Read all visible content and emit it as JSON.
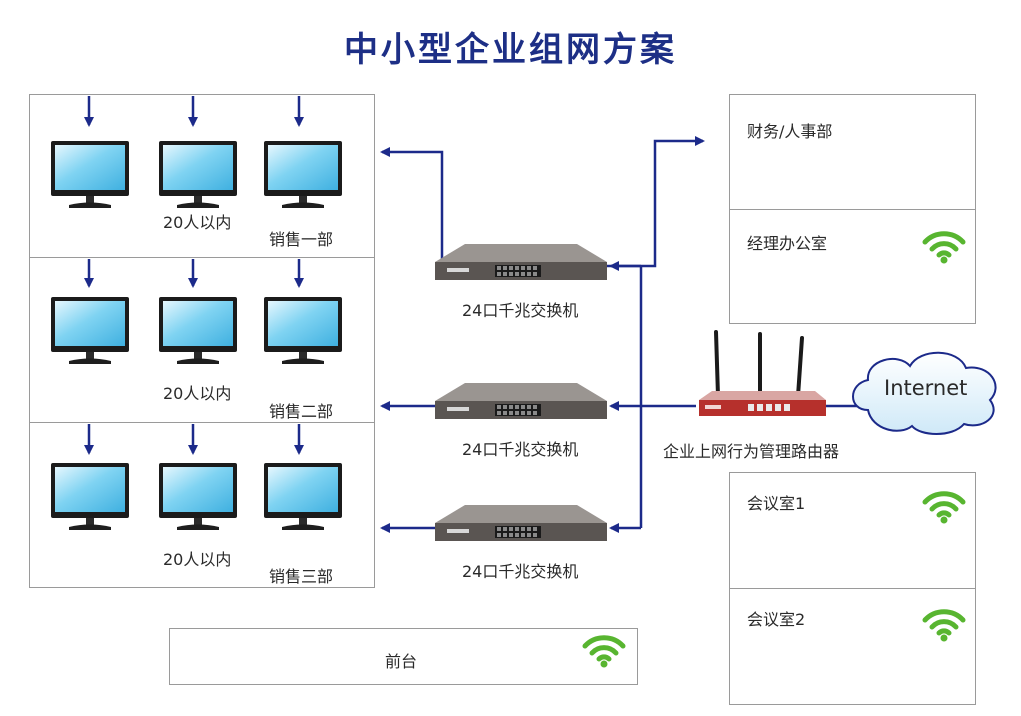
{
  "title": "中小型企业组网方案",
  "departments": [
    {
      "capacity": "20人以内",
      "name": "销售一部"
    },
    {
      "capacity": "20人以内",
      "name": "销售二部"
    },
    {
      "capacity": "20人以内",
      "name": "销售三部"
    }
  ],
  "switch_label": "24口千兆交换机",
  "router_label": "企业上网行为管理路由器",
  "internet_label": "Internet",
  "rooms": {
    "finance": "财务/人事部",
    "manager": "经理办公室",
    "meeting1": "会议室1",
    "meeting2": "会议室2",
    "front_desk": "前台"
  },
  "colors": {
    "title": "#1d2f86",
    "arrow": "#1c2a8a",
    "wifi": "#58b530",
    "screen": "#64c8ec",
    "router": "#b6302c",
    "switch": "#5a5552"
  }
}
